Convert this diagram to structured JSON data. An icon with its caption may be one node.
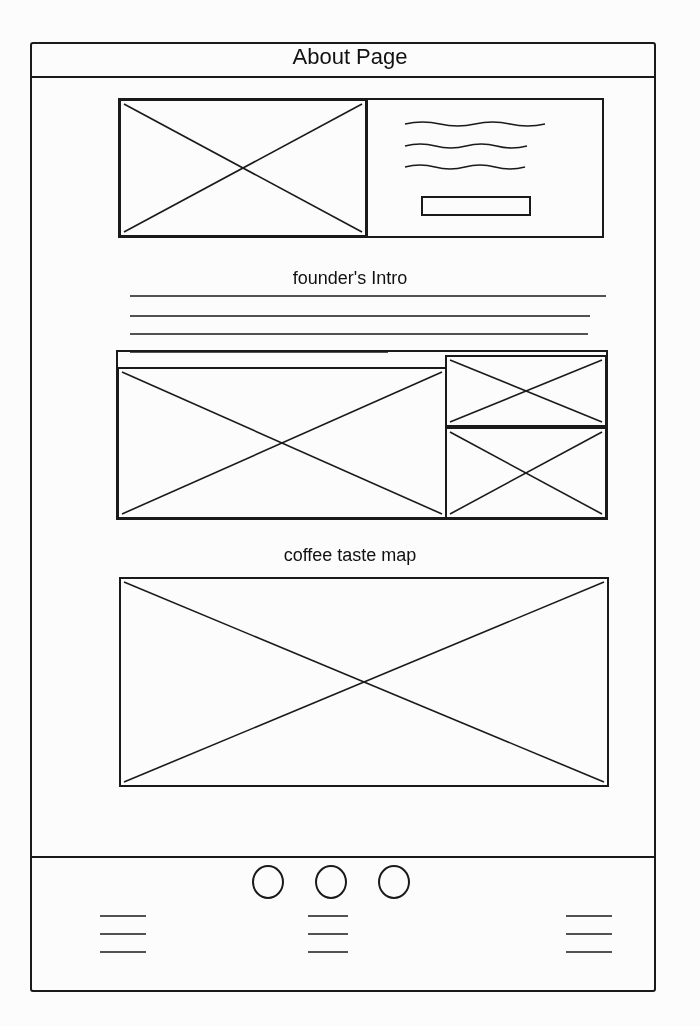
{
  "diagram": {
    "title": "About Page",
    "labels": [
      "founder's Intro",
      "coffee taste map"
    ]
  }
}
